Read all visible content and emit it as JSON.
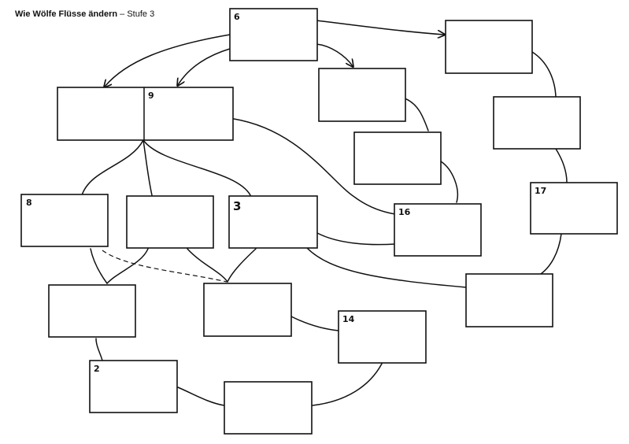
{
  "title": {
    "main": "Wie Wölfe Flüsse ändern",
    "sep": " – ",
    "stage": "Stufe 3"
  },
  "boxes": {
    "n6": "6",
    "n9": "9",
    "n8": "8",
    "n3": "3",
    "n16": "16",
    "n17": "17",
    "n14": "14",
    "n2": "2"
  }
}
